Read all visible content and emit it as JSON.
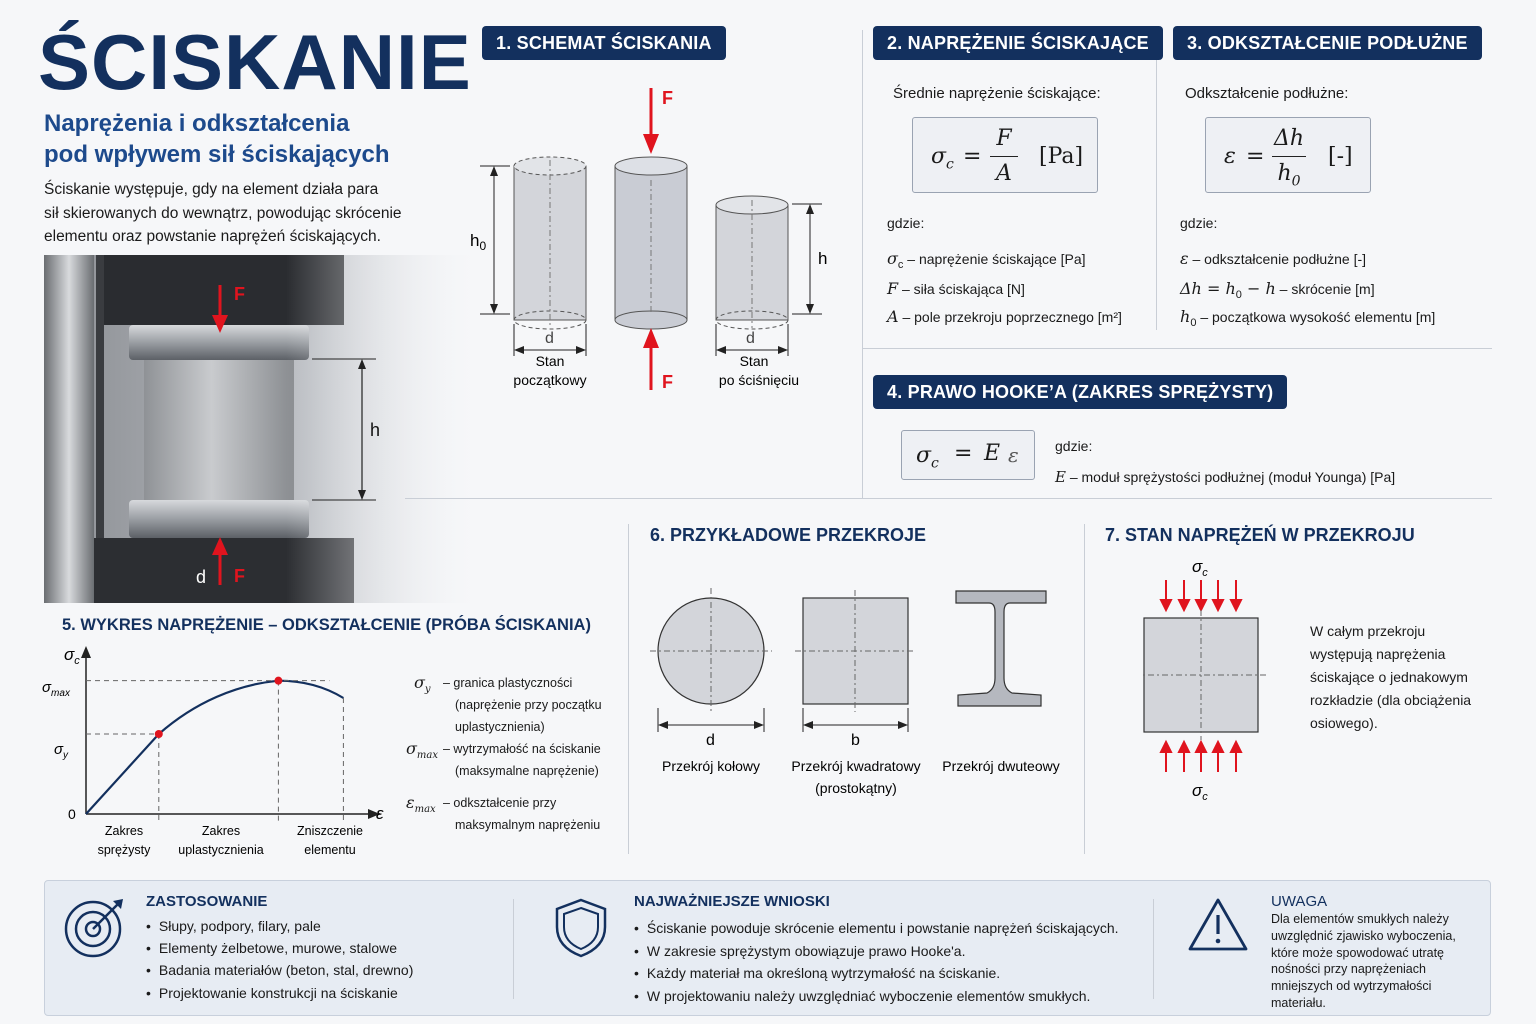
{
  "header": {
    "title": "ŚCISKANIE",
    "subtitle_line1": "Naprężenia i odkształcenia",
    "subtitle_line2": "pod wpływem sił ściskających",
    "intro_line1": "Ściskanie występuje, gdy na element działa para",
    "intro_line2": "sił skierowanych do wewnątrz, powodując skrócenie",
    "intro_line3": "elementu oraz powstanie naprężeń ściskających."
  },
  "photo": {
    "label_f_top": "F",
    "label_f_bottom": "F",
    "label_h": "h",
    "label_d": "d"
  },
  "s1": {
    "title": "1. SCHEMAT ŚCISKANIA",
    "f_top": "F",
    "f_bottom": "F",
    "h0": "h",
    "h0_sub": "0",
    "h": "h",
    "d1": "d",
    "d2": "d",
    "initial_line1": "Stan",
    "initial_line2": "początkowy",
    "final_line1": "Stan",
    "final_line2": "po ściśnięciu"
  },
  "s2": {
    "title": "2. NAPRĘŻENIE ŚCISKAJĄCE",
    "lead": "Średnie naprężenie ściskające:",
    "lhs": "σ",
    "lhs_sub": "c",
    "eq": "=",
    "num": "F",
    "den": "A",
    "unit": "[Pa]",
    "where": "gdzie:",
    "def1_sym": "σ",
    "def1_sub": "c",
    "def1": " – naprężenie ściskające [Pa]",
    "def2_sym": "F",
    "def2": "  – siła ściskająca [N]",
    "def3_sym": "A",
    "def3": "  – pole przekroju poprzecznego [m²]"
  },
  "s3": {
    "title": "3. ODKSZTAŁCENIE PODŁUŻNE",
    "lead": "Odkształcenie podłużne:",
    "lhs": "ε",
    "eq": "=",
    "num": "Δh",
    "den": "h",
    "den_sub": "0",
    "unit": "[-]",
    "where": "gdzie:",
    "def1_sym": "ε",
    "def1": "  – odkształcenie podłużne [-]",
    "def2_sym": "Δh = h",
    "def2_sub": "0",
    "def2_tail": " − h",
    "def2": " – skrócenie [m]",
    "def3_sym": "h",
    "def3_sub": "0",
    "def3": " – początkowa wysokość elementu [m]"
  },
  "s4": {
    "title": "4. PRAWO HOOKE’A (ZAKRES SPRĘŻYSTY)",
    "lhs": "σ",
    "lhs_sub": "c",
    "eq": "=",
    "rhs_e": "E",
    "rhs_eps": "ε",
    "where": "gdzie:",
    "def1_sym": "E",
    "def1": " – moduł sprężystości podłużnej (moduł Younga) [Pa]"
  },
  "s5": {
    "title": "5. WYKRES NAPRĘŻENIE – ODKSZTAŁCENIE (PRÓBA ŚCISKANIA)",
    "y_axis": "σ",
    "y_axis_sub": "c",
    "x_axis": "ε",
    "origin": "0",
    "y_max": "σ",
    "y_max_sub": "max",
    "y_y": "σ",
    "y_y_sub": "y",
    "zone1_line1": "Zakres",
    "zone1_line2": "sprężysty",
    "zone2_line1": "Zakres",
    "zone2_line2": "uplastycznienia",
    "zone3_line1": "Zniszczenie",
    "zone3_line2": "elementu",
    "leg1_sym": "σ",
    "leg1_sub": "y",
    "leg1_line1": "– granica plastyczności",
    "leg1_line2": "(naprężenie przy początku",
    "leg1_line3": "uplastycznienia)",
    "leg2_sym": "σ",
    "leg2_sub": "max",
    "leg2_line1": "– wytrzymałość na ściskanie",
    "leg2_line2": "(maksymalne naprężenie)",
    "leg3_sym": "ε",
    "leg3_sub": "max",
    "leg3_line1": "– odkształcenie przy",
    "leg3_line2": "maksymalnym naprężeniu"
  },
  "chart_data": {
    "type": "line",
    "title": "5. WYKRES NAPRĘŻENIE – ODKSZTAŁCENIE (PRÓBA ŚCISKANIA)",
    "xlabel": "ε",
    "ylabel": "σc",
    "series": [
      {
        "points": [
          [
            0,
            0
          ],
          [
            0.28,
            0.6
          ],
          [
            0.5,
            0.9
          ],
          [
            0.74,
            1.0
          ],
          [
            0.99,
            0.87
          ]
        ]
      }
    ],
    "markers": [
      {
        "label": "σy",
        "x": 0.28,
        "y": 0.6
      },
      {
        "label": "σmax",
        "x": 0.74,
        "y": 1.0
      }
    ],
    "xlim": [
      0,
      1.1
    ],
    "ylim": [
      0,
      1.2
    ]
  },
  "s6": {
    "title": "6. PRZYKŁADOWE PRZEKROJE",
    "c_dim": "d",
    "c_label": "Przekrój kołowy",
    "s_dim": "b",
    "s_label_line1": "Przekrój kwadratowy",
    "s_label_line2": "(prostokątny)",
    "i_label": "Przekrój dwuteowy"
  },
  "s7": {
    "title": "7. STAN NAPRĘŻEŃ W PRZEKROJU",
    "top": "σ",
    "top_sub": "c",
    "bottom": "σ",
    "bottom_sub": "c",
    "desc_line1": "W całym przekroju",
    "desc_line2": "występują naprężenia",
    "desc_line3": "ściskające o jednakowym",
    "desc_line4": "rozkładzie (dla obciążenia",
    "desc_line5": "osiowego)."
  },
  "bottom": {
    "app_title": "ZASTOSOWANIE",
    "app_items": [
      "Słupy, podpory, filary, pale",
      "Elementy żelbetowe, murowe, stalowe",
      "Badania materiałów (beton, stal, drewno)",
      "Projektowanie konstrukcji na ściskanie"
    ],
    "concl_title": "NAJWAŻNIEJSZE WNIOSKI",
    "concl_items": [
      "Ściskanie powoduje skrócenie elementu i powstanie naprężeń ściskających.",
      "W zakresie sprężystym obowiązuje prawo Hooke'a.",
      "Każdy materiał ma określoną wytrzymałość na ściskanie.",
      "W projektowaniu należy uwzględniać wyboczenie elementów smukłych."
    ],
    "warn_title": "UWAGA",
    "warn_line1": "Dla elementów smukłych należy",
    "warn_line2": "uwzględnić zjawisko wyboczenia,",
    "warn_line3": "które może spowodować utratę",
    "warn_line4": "nośności przy naprężeniach",
    "warn_line5": "mniejszych od wytrzymałości",
    "warn_line6": "materiału."
  },
  "colors": {
    "navy": "#13305e",
    "red": "#e0141e",
    "grey_fill": "#d3d5da",
    "panel": "#e7ecf3"
  },
  "icons": {
    "target": "target-icon",
    "shield": "shield-icon",
    "warning": "warning-icon"
  }
}
